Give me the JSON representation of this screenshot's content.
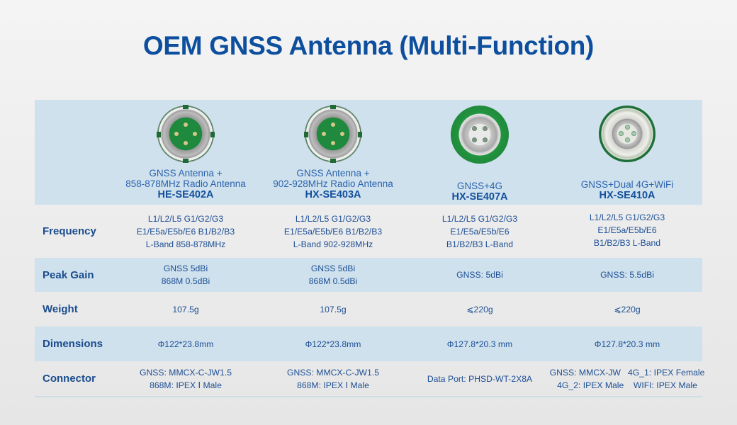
{
  "title": "OEM GNSS Antenna (Multi-Function)",
  "colors": {
    "title": "#0d4f9e",
    "text": "#1d4f95",
    "band": "#cfe1ed",
    "background": "#efefef"
  },
  "products": [
    {
      "image": "antenna-pcb-green-center-icon",
      "desc_line1": "GNSS Antenna +",
      "desc_line2": "858-878MHz Radio Antenna",
      "model": "HE-SE402A"
    },
    {
      "image": "antenna-pcb-green-center-icon",
      "desc_line1": "GNSS Antenna +",
      "desc_line2": "902-928MHz Radio Antenna",
      "model": "HX-SE403A"
    },
    {
      "image": "antenna-green-ring-icon",
      "desc_line1": "GNSS+4G",
      "model": "HX-SE407A"
    },
    {
      "image": "antenna-dual-ring-icon",
      "desc_line1": "GNSS+Dual 4G+WiFi",
      "model": "HX-SE410A"
    }
  ],
  "rows": {
    "frequency": {
      "label": "Frequency",
      "values": [
        [
          "L1/L2/L5  G1/G2/G3",
          "E1/E5a/E5b/E6  B1/B2/B3",
          "L-Band   858-878MHz"
        ],
        [
          "L1/L2/L5  G1/G2/G3",
          "E1/E5a/E5b/E6  B1/B2/B3",
          "L-Band   902-928MHz"
        ],
        [
          "L1/L2/L5  G1/G2/G3",
          "E1/E5a/E5b/E6",
          "B1/B2/B3   L-Band"
        ],
        [
          "L1/L2/L5  G1/G2/G3",
          "E1/E5a/E5b/E6",
          "B1/B2/B3   L-Band"
        ]
      ]
    },
    "peak_gain": {
      "label": "Peak Gain",
      "values": [
        [
          "GNSS 5dBi",
          "868M 0.5dBi"
        ],
        [
          "GNSS 5dBi",
          "868M 0.5dBi"
        ],
        [
          "GNSS: 5dBi"
        ],
        [
          "GNSS: 5.5dBi"
        ]
      ]
    },
    "weight": {
      "label": "Weight",
      "values": [
        "107.5g",
        "107.5g",
        "⩽220g",
        "⩽220g"
      ]
    },
    "dimensions": {
      "label": "Dimensions",
      "values": [
        "Φ122*23.8mm",
        "Φ122*23.8mm",
        "Φ127.8*20.3 mm",
        "Φ127.8*20.3 mm"
      ]
    },
    "connector": {
      "label": "Connector",
      "values": [
        [
          "GNSS: MMCX-C-JW1.5",
          "868M: IPEX Ⅰ Male"
        ],
        [
          "GNSS: MMCX-C-JW1.5",
          "868M: IPEX Ⅰ Male"
        ],
        [
          "Data Port: PHSD-WT-2X8A"
        ],
        [
          "GNSS: MMCX-JW   4G_1: IPEX Female",
          "4G_2: IPEX Male    WIFI: IPEX Male"
        ]
      ]
    }
  }
}
